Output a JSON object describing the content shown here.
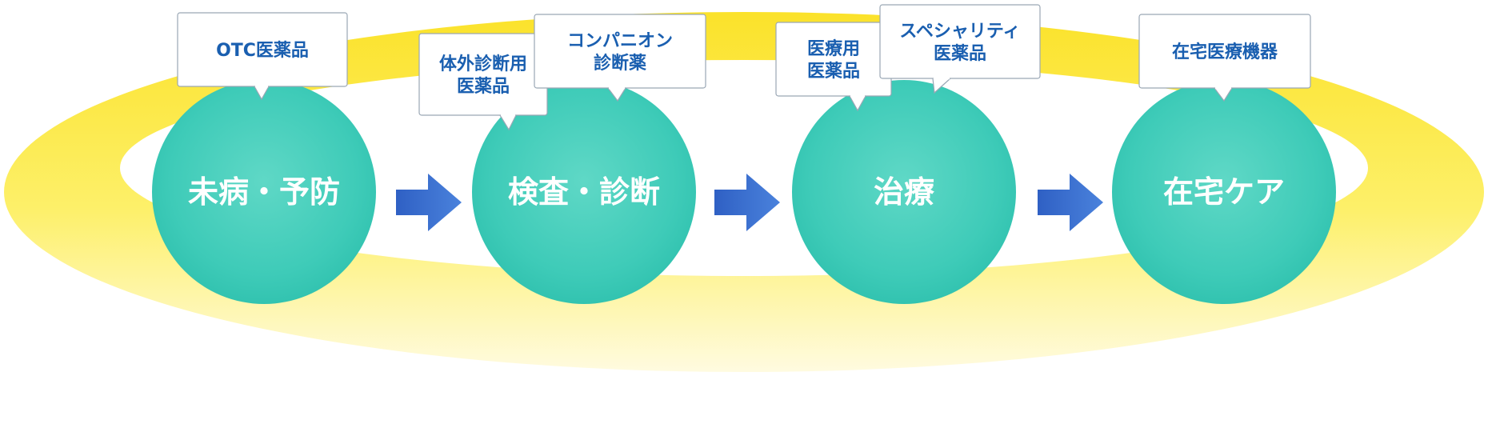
{
  "stages": [
    {
      "label": "未病・予防"
    },
    {
      "label": "検査・診断"
    },
    {
      "label": "治療"
    },
    {
      "label": "在宅ケア"
    }
  ],
  "callouts": [
    {
      "lines": [
        "OTC医薬品"
      ]
    },
    {
      "lines": [
        "体外診断用",
        "医薬品"
      ]
    },
    {
      "lines": [
        "コンパニオン",
        "診断薬"
      ]
    },
    {
      "lines": [
        "医療用",
        "医薬品"
      ]
    },
    {
      "lines": [
        "スペシャリティ",
        "医薬品"
      ]
    },
    {
      "lines": [
        "在宅医療機器"
      ]
    }
  ],
  "colors": {
    "ring": "#fbe027",
    "ring_back": "#f7cd24",
    "circle": "#3ecbb8",
    "arrow": "#3a6fd0",
    "callout_border": "#9aa7b5",
    "callout_text": "#1a5fb0"
  }
}
